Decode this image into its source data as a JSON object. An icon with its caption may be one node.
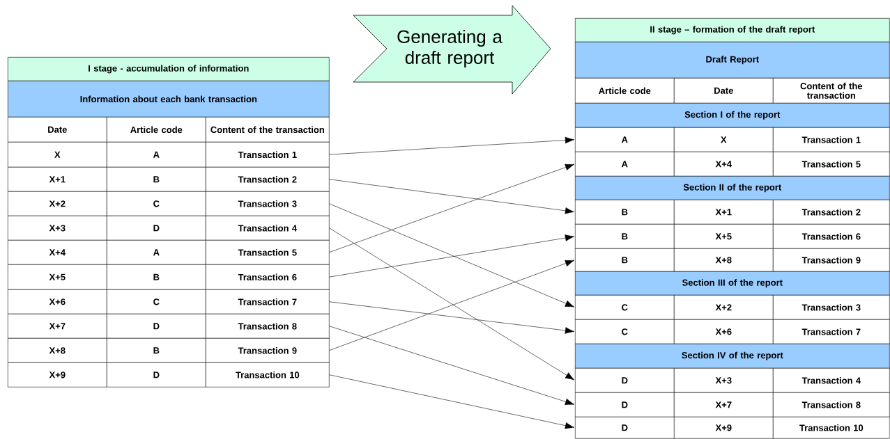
{
  "diagram": {
    "nodes": [
      {
        "text": [
          "I stage - accumulation of information"
        ]
      },
      {
        "text": [
          "Information about each bank transaction"
        ]
      },
      {
        "text": [
          "Date",
          "Article code",
          "Content of the transaction"
        ]
      },
      {
        "text": [
          "X",
          "A",
          "Transaction 1"
        ]
      },
      {
        "text": [
          "X+1",
          "B",
          "Transaction 2"
        ]
      },
      {
        "text": [
          "X+2",
          "C",
          "Transaction 3"
        ]
      },
      {
        "text": [
          "X+3",
          "D",
          "Transaction 4"
        ]
      },
      {
        "text": [
          "X+4",
          "A",
          "Transaction 5"
        ]
      },
      {
        "text": [
          "X+5",
          "B",
          "Transaction 6"
        ]
      },
      {
        "text": [
          "X+6",
          "C",
          "Transaction 7"
        ]
      },
      {
        "text": [
          "X+7",
          "D",
          "Transaction 8"
        ]
      },
      {
        "text": [
          "X+8",
          "B",
          "Transaction 9"
        ]
      },
      {
        "text": [
          "X+9",
          "D",
          "Transaction 10"
        ]
      },
      {
        "text": [
          "Generating a draft report"
        ]
      },
      {
        "text": [
          "II stage – formation of the draft report"
        ]
      },
      {
        "text": [
          "Draft Report"
        ]
      },
      {
        "text": [
          "Article code",
          "Date",
          "Content of the transaction"
        ]
      },
      {
        "text": [
          "Section I of the report"
        ]
      },
      {
        "text": [
          "A",
          "X",
          "Transaction 1"
        ]
      },
      {
        "text": [
          "A",
          "X+4",
          "Transaction 5"
        ]
      },
      {
        "text": [
          "Section II of the report"
        ]
      },
      {
        "text": [
          "B",
          "X+1",
          "Transaction 2"
        ]
      },
      {
        "text": [
          "B",
          "X+5",
          "Transaction 6"
        ]
      },
      {
        "text": [
          "B",
          "X+8",
          "Transaction 9"
        ]
      },
      {
        "text": [
          "Section III of the report"
        ]
      },
      {
        "text": [
          "C",
          "X+2",
          "Transaction 3"
        ]
      },
      {
        "text": [
          "C",
          "X+6",
          "Transaction 7"
        ]
      },
      {
        "text": [
          "Section IV of the report"
        ]
      },
      {
        "text": [
          "D",
          "X+3",
          "Transaction 4"
        ]
      },
      {
        "text": [
          "D",
          "X+7",
          "Transaction 8"
        ]
      },
      {
        "text": [
          "D",
          "X+9",
          "Transaction 10"
        ]
      }
    ],
    "edges": [
      {
        "from": 3,
        "to": 18,
        "arrow": "to"
      },
      {
        "from": 4,
        "to": 21,
        "arrow": "to"
      },
      {
        "from": 5,
        "to": 25,
        "arrow": "to"
      },
      {
        "from": 6,
        "to": 28,
        "arrow": "to"
      },
      {
        "from": 7,
        "to": 19,
        "arrow": "to"
      },
      {
        "from": 8,
        "to": 22,
        "arrow": "to"
      },
      {
        "from": 9,
        "to": 26,
        "arrow": "to"
      },
      {
        "from": 10,
        "to": 29,
        "arrow": "to"
      },
      {
        "from": 11,
        "to": 23,
        "arrow": "to"
      },
      {
        "from": 12,
        "to": 30,
        "arrow": "to"
      }
    ]
  }
}
